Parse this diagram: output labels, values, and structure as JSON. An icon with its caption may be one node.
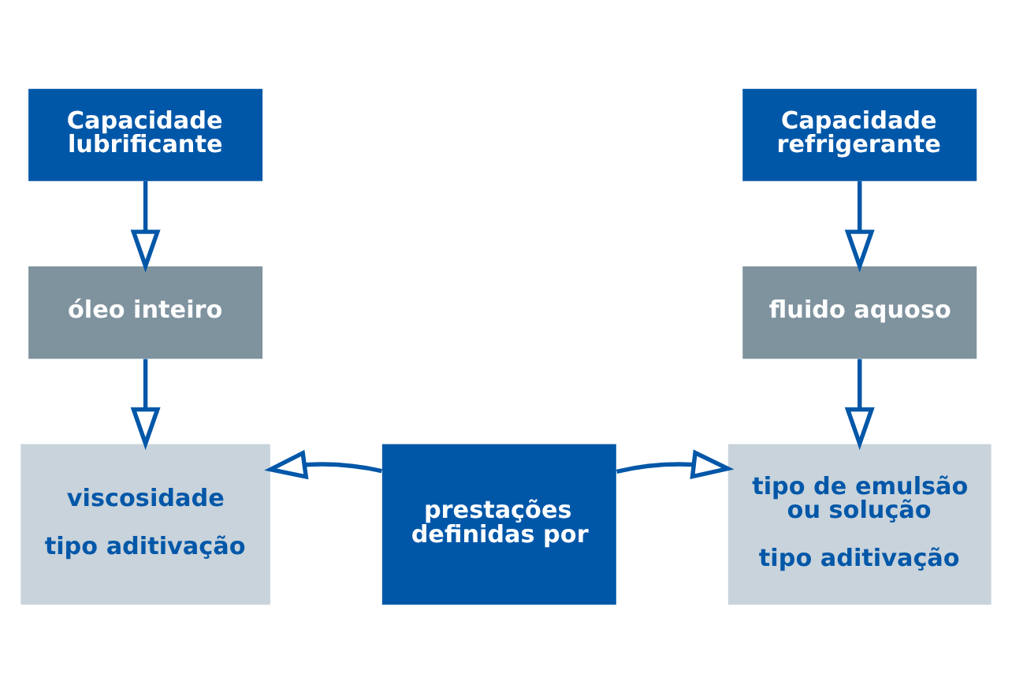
{
  "diagram": {
    "nodes": [
      {
        "text": [
          "Capacidade lubrificante"
        ]
      },
      {
        "text": [
          "Capacidade refrigerante"
        ]
      },
      {
        "text": [
          "óleo inteiro"
        ]
      },
      {
        "text": [
          "fluido aquoso"
        ]
      },
      {
        "text": [
          "viscosidade",
          "tipo aditivação"
        ]
      },
      {
        "text": [
          "prestações definidas por"
        ]
      },
      {
        "text": [
          "tipo de emulsão ou solução",
          "tipo aditivação"
        ]
      }
    ],
    "edges": [
      {
        "from": 0,
        "to": 2,
        "arrow": "to"
      },
      {
        "from": 2,
        "to": 4,
        "arrow": "to"
      },
      {
        "from": 1,
        "to": 3,
        "arrow": "to"
      },
      {
        "from": 3,
        "to": 6,
        "arrow": "to"
      },
      {
        "from": 5,
        "to": 4,
        "arrow": "to"
      },
      {
        "from": 5,
        "to": 6,
        "arrow": "to"
      }
    ]
  }
}
